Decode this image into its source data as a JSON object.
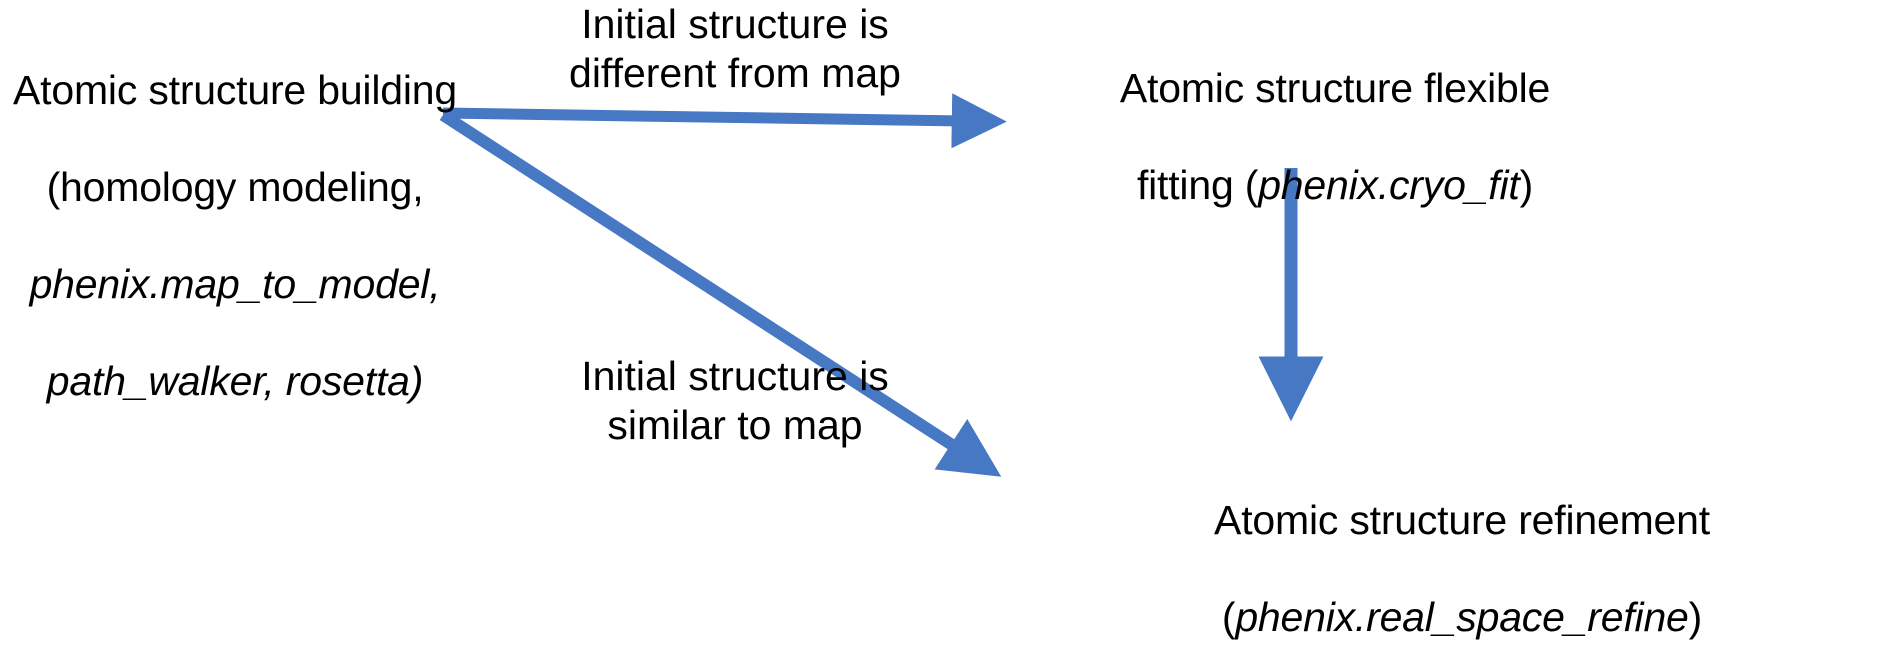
{
  "diagram": {
    "title": "Cryo-EM atomic structure workflow",
    "background_color": "#ffffff",
    "text_color": "#000000",
    "arrow_color": "#4678C4",
    "nodes": {
      "building": {
        "line1": "Atomic structure building",
        "line2": "(homology modeling,",
        "line3": "phenix.map_to_model,",
        "line4": "path_walker, rosetta)"
      },
      "flexible_fitting": {
        "line1": "Atomic structure flexible",
        "line2_prefix": "fitting (",
        "line2_italic": "phenix.cryo_fit",
        "line2_suffix": ")"
      },
      "refinement": {
        "line1": "Atomic structure refinement",
        "line2_prefix": "(",
        "line2_italic": "phenix.real_space_refine",
        "line2_suffix": ")"
      }
    },
    "edges": {
      "to_flexible_fitting": {
        "label_line1": "Initial structure",
        "label_line2": "is different from map"
      },
      "to_refinement": {
        "label_line1": "Initial structure",
        "label_line2": "is similar to map"
      },
      "fitting_to_refinement": {
        "label_line1": ""
      }
    }
  }
}
